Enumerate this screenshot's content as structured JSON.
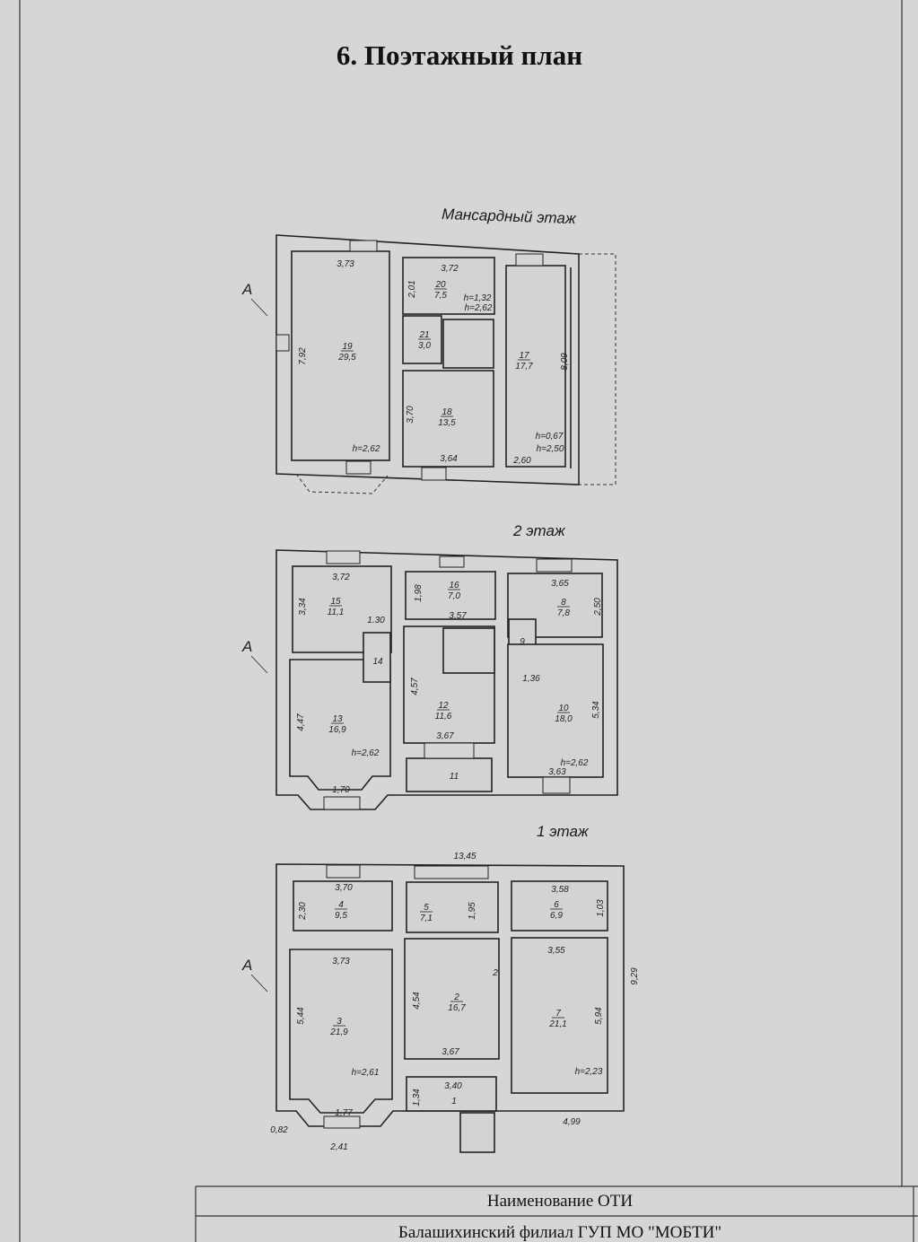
{
  "title": "6. Поэтажный план",
  "section_mark": "А",
  "floors": {
    "mansard": {
      "name": "Мансардный этаж",
      "rooms": [
        {
          "number": "19",
          "area": "29,5"
        },
        {
          "number": "20",
          "area": "7,5"
        },
        {
          "number": "21",
          "area": "3,0"
        },
        {
          "number": "18",
          "area": "13,5"
        },
        {
          "number": "17",
          "area": "17,7"
        }
      ],
      "dims": [
        "3,73",
        "7,92",
        "h=2,62",
        "3,72",
        "2,01",
        "h=1,32",
        "h=2,62",
        "3,70",
        "3,64",
        "8,09",
        "h=0,67",
        "h=2,50",
        "2,60"
      ]
    },
    "second": {
      "name": "2 этаж",
      "rooms": [
        {
          "number": "15",
          "area": "11,1"
        },
        {
          "number": "13",
          "area": "16,9"
        },
        {
          "number": "16",
          "area": "7,0"
        },
        {
          "number": "12",
          "area": "11,6"
        },
        {
          "number": "8",
          "area": "7,8"
        },
        {
          "number": "10",
          "area": "18,0"
        }
      ],
      "small_rooms": [
        "14",
        "11",
        "9"
      ],
      "dims": [
        "3,72",
        "3,34",
        "1.30",
        "4,47",
        "h=2,62",
        "1,70",
        "1,98",
        "3,57",
        "4,57",
        "3,67",
        "3,65",
        "2,50",
        "1,36",
        "5,34",
        "h=2,62",
        "3,63"
      ]
    },
    "first": {
      "name": "1 этаж",
      "rooms": [
        {
          "number": "4",
          "area": "9,5"
        },
        {
          "number": "3",
          "area": "21,9"
        },
        {
          "number": "5",
          "area": "7,1"
        },
        {
          "number": "2",
          "area": "16,7"
        },
        {
          "number": "6",
          "area": "6,9"
        },
        {
          "number": "7",
          "area": "21,1"
        }
      ],
      "small_rooms": [
        "1",
        "2"
      ],
      "dims": [
        "13,45",
        "3,70",
        "2,30",
        "3,73",
        "5,44",
        "h=2,61",
        "1,77",
        "0,82",
        "2,41",
        "1,95",
        "4,54",
        "3,67",
        "3,40",
        "1,34",
        "3,58",
        "1,03",
        "3,55",
        "5,94",
        "h=2,23",
        "4,99",
        "9,29"
      ]
    }
  },
  "footer": {
    "label": "Наименование ОТИ",
    "value": "Балашихинский филиал ГУП МО \"МОБТИ\""
  }
}
